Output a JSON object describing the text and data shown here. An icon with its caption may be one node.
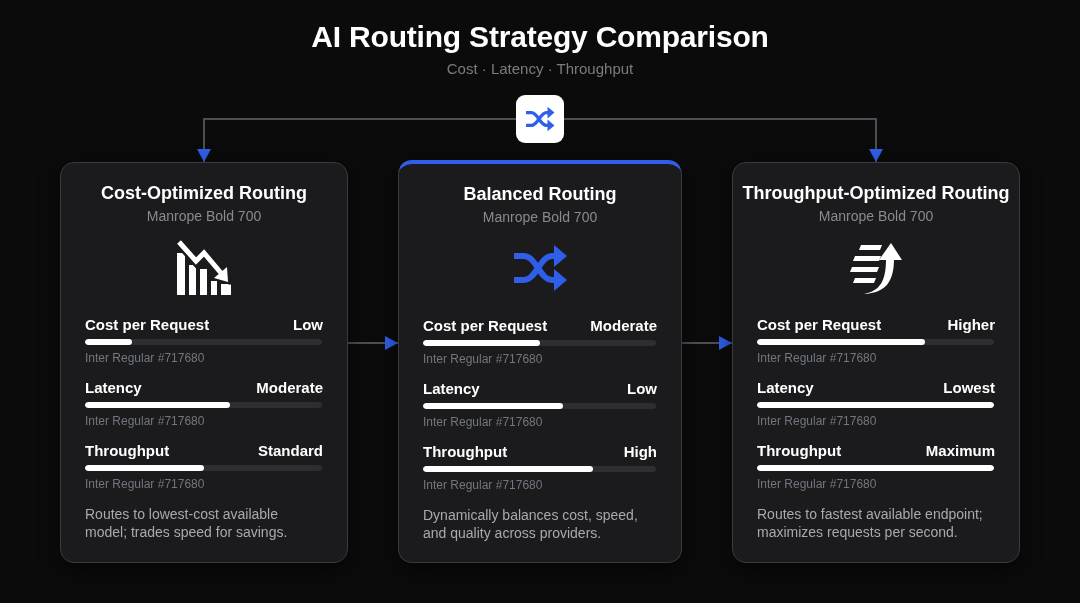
{
  "diagram": {
    "title": "AI Routing Strategy Comparison",
    "nodes": [
      {
        "text": [],
        "shape": "picture"
      },
      {
        "text": [
          "Cost-Optimized Routing",
          "Manrope Bold 700",
          "Cost per Request",
          "Low",
          "Inter Regular #717680",
          "Latency",
          "Moderate",
          "Inter Regular #717680",
          "Throughput",
          "Standard",
          "Inter Regular #717680",
          "Routes to lowest-cost available model; trades speed for savings."
        ]
      },
      {
        "text": [
          "Balanced Routing",
          "Manrope Bold 700",
          "Cost per Request",
          "Moderate",
          "Inter Regular #717680",
          "Latency",
          "Low",
          "Inter Regular #717680",
          "Throughput",
          "High",
          "Inter Regular #717680",
          "Dynamically balances cost, speed, and quality across providers."
        ]
      },
      {
        "text": [
          "Throughput-Optimized Routing",
          "Manrope Bold 700",
          "Cost per Request",
          "Higher",
          "Inter Regular #717680",
          "Latency",
          "Lowest",
          "Inter Regular #717680",
          "Throughput",
          "Maximum",
          "Inter Regular #717680",
          "Routes to fastest available endpoint; maximizes requests per second."
        ]
      }
    ],
    "edges": [
      {
        "from": 0,
        "to": 1,
        "arrow": "to"
      },
      {
        "from": 0,
        "to": 3,
        "arrow": "to"
      },
      {
        "from": 1,
        "to": 2,
        "arrow": "to"
      },
      {
        "from": 2,
        "to": 3,
        "arrow": "to"
      }
    ],
    "labels": [
      "Cost · Latency · Throughput"
    ]
  }
}
